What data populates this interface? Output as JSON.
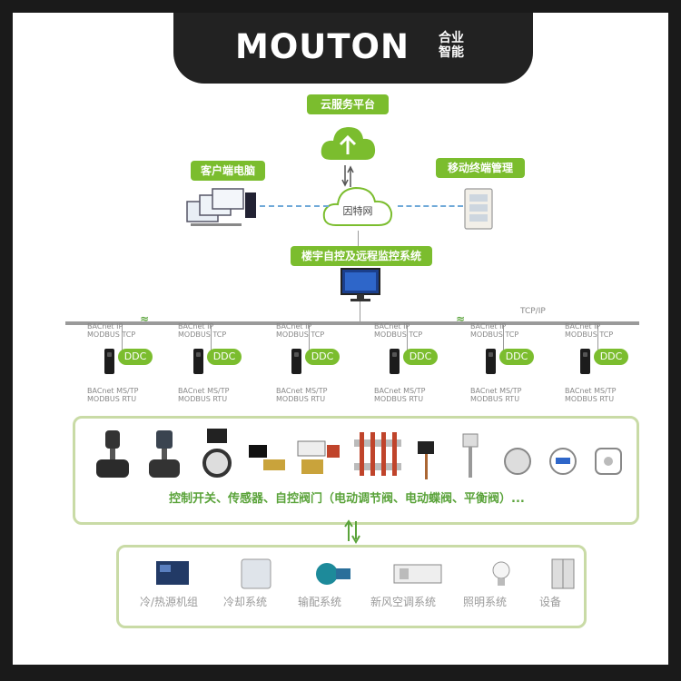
{
  "brand": {
    "name": "MOUTON",
    "sub_line1": "合业",
    "sub_line2": "智能"
  },
  "nodes": {
    "cloud_service": "云服务平台",
    "internet": "因特网",
    "client_pc": "客户端电脑",
    "mobile_mgmt": "移动终端管理",
    "bms": "楼宇自控及远程监控系统"
  },
  "network": {
    "bus_label": "TCP/IP",
    "break_mark": "≈"
  },
  "ddc_units": [
    {
      "top1": "BACnet IP",
      "top2": "MODBUS TCP",
      "badge": "DDC",
      "bottom1": "BACnet MS/TP",
      "bottom2": "MODBUS RTU"
    },
    {
      "top1": "BACnet IP",
      "top2": "MODBUS TCP",
      "badge": "DDC",
      "bottom1": "BACnet MS/TP",
      "bottom2": "MODBUS RTU"
    },
    {
      "top1": "BACnet IP",
      "top2": "MODBUS TCP",
      "badge": "DDC",
      "bottom1": "BACnet MS/TP",
      "bottom2": "MODBUS RTU"
    },
    {
      "top1": "BACnet IP",
      "top2": "MODBUS TCP",
      "badge": "DDC",
      "bottom1": "BACnet MS/TP",
      "bottom2": "MODBUS RTU"
    },
    {
      "top1": "BACnet IP",
      "top2": "MODBUS TCP",
      "badge": "DDC",
      "bottom1": "BACnet MS/TP",
      "bottom2": "MODBUS RTU"
    },
    {
      "top1": "BACnet IP",
      "top2": "MODBUS TCP",
      "badge": "DDC",
      "bottom1": "BACnet MS/TP",
      "bottom2": "MODBUS RTU"
    }
  ],
  "field_devices": {
    "caption": "控制开关、传感器、自控阀门（电动调节阀、电动蝶阀、平衡阀）...",
    "icons": [
      "valve-actuator-icon",
      "valve-actuator-icon",
      "butterfly-valve-icon",
      "solenoid-valve-icon",
      "flow-meter-icon",
      "motorized-valve-icon",
      "manifold-icon",
      "pipe-sensor-icon",
      "probe-sensor-icon",
      "pressure-sensor-icon",
      "room-sensor-icon",
      "wall-switch-icon"
    ]
  },
  "systems": [
    {
      "label": "冷/热源机组",
      "icon": "chiller-icon"
    },
    {
      "label": "冷却系统",
      "icon": "cooling-tower-icon"
    },
    {
      "label": "输配系统",
      "icon": "pump-icon"
    },
    {
      "label": "新风空调系统",
      "icon": "air-handler-icon"
    },
    {
      "label": "照明系统",
      "icon": "bulb-icon"
    },
    {
      "label": "设备",
      "icon": "elevator-icon"
    }
  ],
  "colors": {
    "accent": "#7bbd2e",
    "dash": "#6fa9d8",
    "header": "#222222"
  }
}
